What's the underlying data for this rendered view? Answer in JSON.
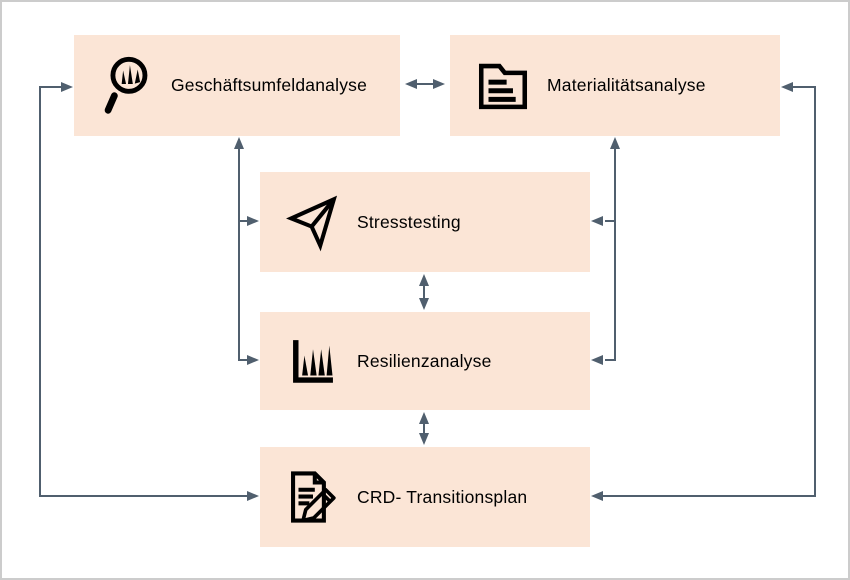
{
  "diagram": {
    "description": "Process diagram linking five analysis steps with bidirectional arrows",
    "nodes": [
      {
        "label": "Geschäftsumfeldanalyse",
        "icon": "magnifier-trend-icon"
      },
      {
        "label": "Materialitätsanalyse",
        "icon": "folder-documents-icon"
      },
      {
        "label": "Stresstesting",
        "icon": "paper-plane-icon"
      },
      {
        "label": "Resilienzanalyse",
        "icon": "bar-chart-icon"
      },
      {
        "label": "CRD- Transitionsplan",
        "icon": "document-pencil-icon"
      }
    ],
    "connections": [
      {
        "from": "Geschäftsumfeldanalyse",
        "to": "Materialitätsanalyse",
        "type": "bidirectional-horizontal"
      },
      {
        "from": "CRD- Transitionsplan",
        "to": "Geschäftsumfeldanalyse",
        "type": "bidirectional-elbow-left-outer"
      },
      {
        "from": "CRD- Transitionsplan",
        "to": "Materialitätsanalyse",
        "type": "bidirectional-elbow-right-outer"
      },
      {
        "from": "Resilienzanalyse",
        "to": "Geschäftsumfeldanalyse",
        "type": "elbow-left-inner",
        "branch_to": "Stresstesting"
      },
      {
        "from": "Resilienzanalyse",
        "to": "Materialitätsanalyse",
        "type": "elbow-right-inner",
        "branch_to": "Stresstesting"
      },
      {
        "from": "Stresstesting",
        "to": "Resilienzanalyse",
        "type": "bidirectional-vertical"
      },
      {
        "from": "Resilienzanalyse",
        "to": "CRD- Transitionsplan",
        "type": "bidirectional-vertical"
      }
    ],
    "colors": {
      "node_fill": "#fbe5d6",
      "node_text": "#000000",
      "arrow": "#505f6e",
      "canvas_border": "#cccccc",
      "background": "#ffffff"
    }
  }
}
